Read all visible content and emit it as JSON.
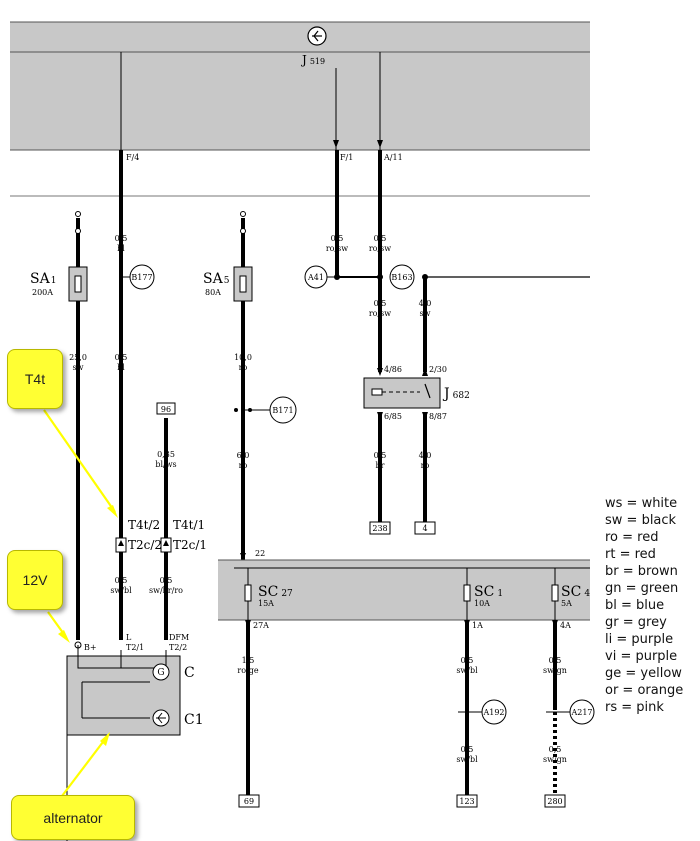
{
  "module": {
    "ref": "J",
    "sub": "519"
  },
  "relay": {
    "ref": "J",
    "sub": "682",
    "pins": [
      "4/86",
      "2/30",
      "6/85",
      "8/87"
    ]
  },
  "pins_top": [
    "F/4",
    "F/1",
    "A/11"
  ],
  "fuses": [
    {
      "ref": "SA",
      "sub": "1",
      "rating": "200A"
    },
    {
      "ref": "SA",
      "sub": "5",
      "rating": "80A"
    },
    {
      "ref": "SC",
      "sub": "27",
      "rating": "15A"
    },
    {
      "ref": "SC",
      "sub": "1",
      "rating": "10A"
    },
    {
      "ref": "SC",
      "sub": "4",
      "rating": "5A"
    }
  ],
  "connectors": [
    "B177",
    "A41",
    "B163",
    "B171",
    "A192",
    "A217"
  ],
  "wires": [
    {
      "size": "25,0",
      "color": "sw"
    },
    {
      "size": "0,5",
      "color": "bl"
    },
    {
      "size": "0,5",
      "color": "bl"
    },
    {
      "size": "0,35",
      "color": "bl/ws"
    },
    {
      "size": "0,5",
      "color": "sw/bl"
    },
    {
      "size": "0,5",
      "color": "sw/br/ro"
    },
    {
      "size": "10,0",
      "color": "ro"
    },
    {
      "size": "6,0",
      "color": "ro"
    },
    {
      "size": "1,5",
      "color": "ro/ge"
    },
    {
      "size": "0,5",
      "color": "ro/sw"
    },
    {
      "size": "0,5",
      "color": "ro/sw"
    },
    {
      "size": "0,5",
      "color": "ro/sw"
    },
    {
      "size": "4,0",
      "color": "sw"
    },
    {
      "size": "0,5",
      "color": "br"
    },
    {
      "size": "4,0",
      "color": "ro"
    },
    {
      "size": "0,5",
      "color": "sw/bl"
    },
    {
      "size": "0,5",
      "color": "sw/bl"
    },
    {
      "size": "0,5",
      "color": "sw/gn"
    },
    {
      "size": "0,5",
      "color": "sw/gn"
    }
  ],
  "terminals": [
    "B+",
    "L",
    "T2/1",
    "DFM",
    "T2/2",
    "22",
    "27A",
    "1A",
    "4A"
  ],
  "boxes": [
    "96",
    "238",
    "4",
    "69",
    "123",
    "280"
  ],
  "plug": {
    "t4t2": "T4t/2",
    "t2c2": "T2c/2",
    "t4t1": "T4t/1",
    "t2c1": "T2c/1"
  },
  "alternator": {
    "c": "C",
    "c1": "C1"
  },
  "legend": [
    "ws = white",
    "sw = black",
    "ro  = red",
    "rt  = red",
    "br  = brown",
    "gn = green",
    "bl  = blue",
    "gr  = grey",
    "li   = purple",
    "vi  = purple",
    "ge = yellow",
    "or  = orange",
    "rs  = pink"
  ],
  "callouts": {
    "t4t": "T4t",
    "v12": "12V",
    "alternator": "alternator"
  },
  "colors": {
    "panel": "#c8c8c8",
    "callout": "#ffff33",
    "arrow": "#ffff00",
    "wire": "#000000"
  }
}
